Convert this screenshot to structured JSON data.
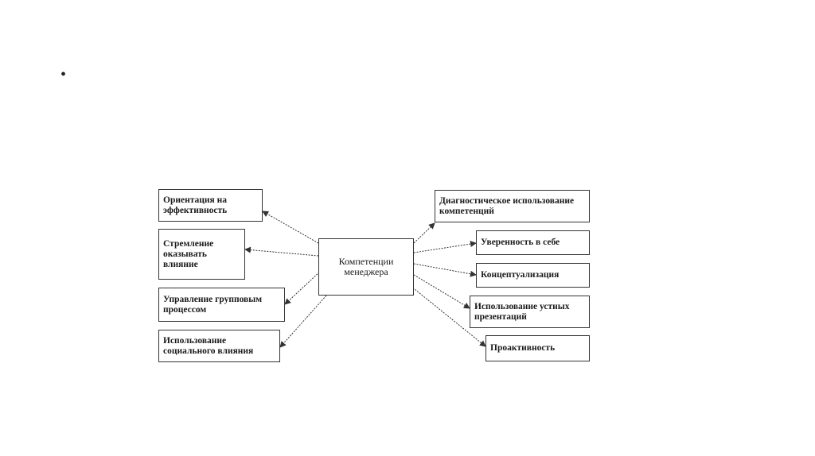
{
  "bullet": "•",
  "diagram": {
    "center": "Компетенции менеджера",
    "left": [
      "Ориентация на эффективность",
      "Стремление оказывать влияние",
      "Управление групповым процессом",
      "Использование социального влияния"
    ],
    "right": [
      "Диагностическое использование компетенций",
      "Уверенность в себе",
      "Концептуализация",
      "Использование устных презентаций",
      "Проактивность"
    ],
    "line_color": "#333333"
  }
}
